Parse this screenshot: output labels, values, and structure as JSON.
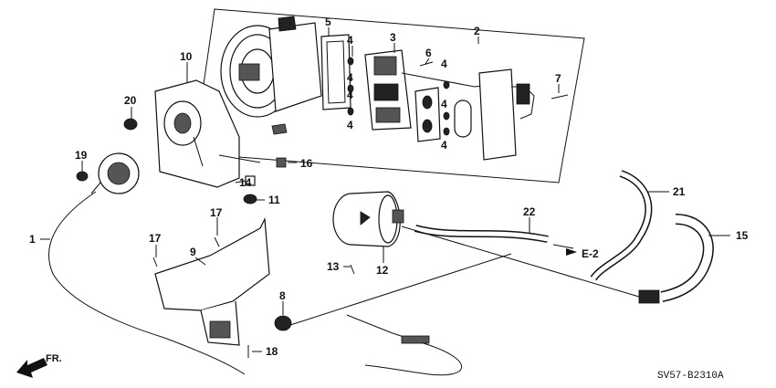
{
  "diagram": {
    "callouts": {
      "n1": "1",
      "n2": "2",
      "n3": "3",
      "n4a": "4",
      "n4b": "4",
      "n4c": "4",
      "n4d": "4",
      "n4e": "4",
      "n4f": "4",
      "n4g": "4",
      "n5": "5",
      "n6": "6",
      "n7": "7",
      "n8": "8",
      "n9": "9",
      "n10": "10",
      "n11": "11",
      "n12": "12",
      "n13": "13",
      "n14": "14",
      "n15": "15",
      "n16": "16",
      "n17a": "17",
      "n17b": "17",
      "n18": "18",
      "n19": "19",
      "n20": "20",
      "n21": "21",
      "n22": "22"
    },
    "reference": "E-2",
    "direction": "FR.",
    "code": "SV57-B2310A"
  }
}
